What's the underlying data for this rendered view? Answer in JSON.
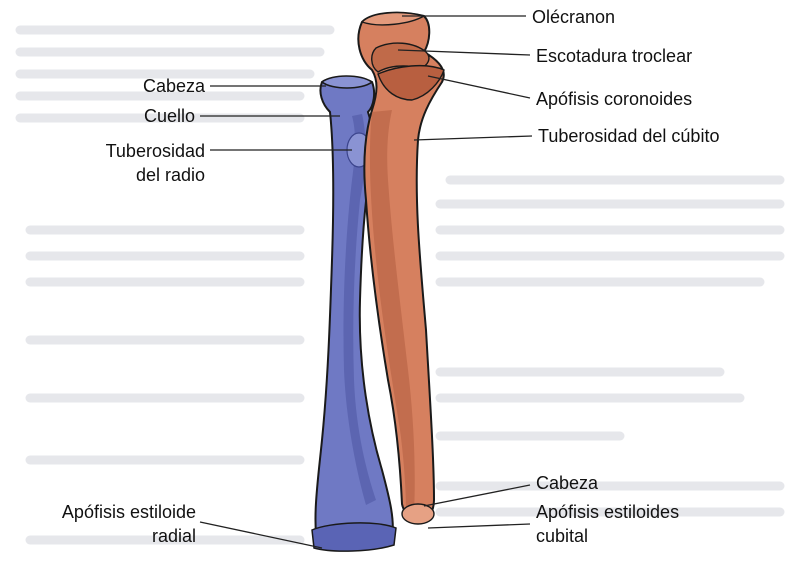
{
  "colors": {
    "radius_fill": "#6f79c4",
    "radius_shadow": "#4c56a3",
    "ulna_fill": "#d6805f",
    "ulna_shadow": "#b35c3f",
    "outline": "#1a1a1a",
    "leader": "#222222",
    "background_text": "#c9cbd3"
  },
  "labels": {
    "olecranon": "Olécranon",
    "escotadura_troclear": "Escotadura troclear",
    "apofisis_coronoides": "Apófisis coronoides",
    "tuberosidad_cubito": "Tuberosidad del cúbito",
    "cabeza_radio": "Cabeza",
    "cuello": "Cuello",
    "tuberosidad_radio_1": "Tuberosidad",
    "tuberosidad_radio_2": "del radio",
    "cabeza_cubito": "Cabeza",
    "apofisis_estiloides_cubital_1": "Apófisis estiloides",
    "apofisis_estiloides_cubital_2": "cubital",
    "apofisis_estiloide_radial_1": "Apófisis estiloide",
    "apofisis_estiloide_radial_2": "radial"
  }
}
